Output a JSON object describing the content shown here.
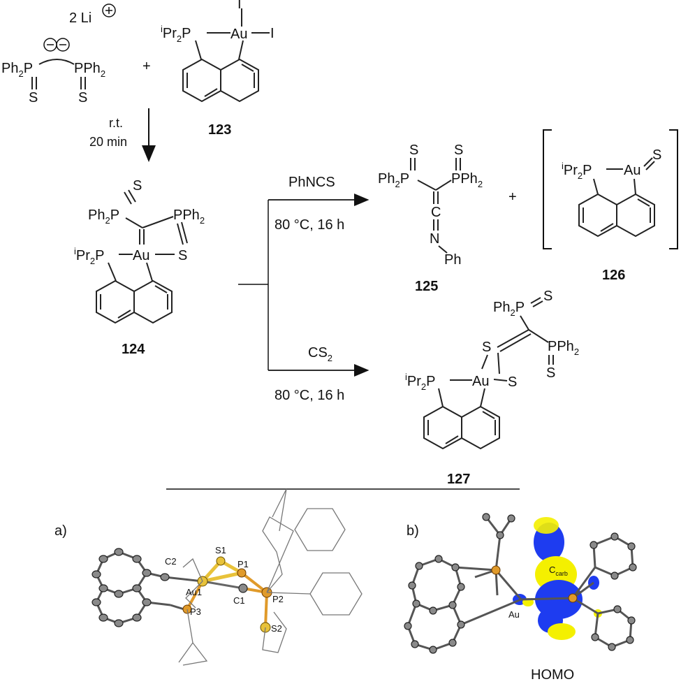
{
  "scheme": {
    "reagent_left": {
      "cation": "2 Li",
      "charge": "⊕",
      "anion_charges": "⊖⊖",
      "p_left": "Ph",
      "p_left_sub": "2",
      "p_left_p": "P",
      "p_right": "PPh",
      "p_right_sub": "2",
      "s": "S"
    },
    "plus": "+",
    "c123": {
      "ligand": "Pr",
      "ligand_pre": "i",
      "ligand_sub": "2",
      "ligand_p": "P",
      "metal": "Au",
      "iodide": "I",
      "label": "123"
    },
    "cond1": {
      "line1": "r.t.",
      "line2": "20 min"
    },
    "c124": {
      "label": "124",
      "metal": "Au",
      "s": "S",
      "pph2_left": "Ph",
      "pph2_sub": "2",
      "pph2_p": "P",
      "pph2_right": "PPh"
    },
    "branch_top": {
      "reagent": "PhNCS",
      "conditions": "80 °C, 16 h"
    },
    "branch_bottom": {
      "reagent": "CS",
      "reagent_sub": "2",
      "conditions": "80 °C, 16 h"
    },
    "c125": {
      "label": "125",
      "c": "C",
      "n": "N",
      "ph": "Ph"
    },
    "c126": {
      "label": "126"
    },
    "c127": {
      "label": "127"
    }
  },
  "panel_a": {
    "label": "a)",
    "atoms": [
      "S1",
      "C2",
      "P1",
      "Au1",
      "C1",
      "P2",
      "P3",
      "S2"
    ]
  },
  "panel_b": {
    "label": "b)",
    "carb": "C",
    "carb_sub": "carb",
    "metal": "Au",
    "caption": "HOMO"
  }
}
